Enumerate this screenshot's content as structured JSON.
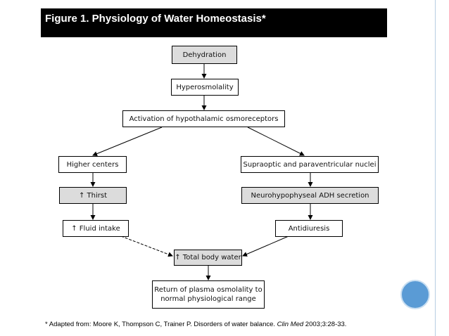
{
  "figure": {
    "title": "Figure 1. Physiology of Water Homeostasis*"
  },
  "nodes": {
    "dehydration": "Dehydration",
    "hyperosmolality": "Hyperosmolality",
    "osmoreceptors": "Activation of hypothalamic osmoreceptors",
    "higher_centers": "Higher centers",
    "nuclei": "Supraoptic and paraventricular nuclei",
    "thirst": "↑ Thirst",
    "adh": "Neurohypophyseal ADH secretion",
    "fluid_intake": "↑ Fluid intake",
    "antidiuresis": "Antidiuresis",
    "body_water": "↑ Total body water",
    "return_line1": "Return of plasma osmolality to",
    "return_line2": "normal physiological range"
  },
  "footnote": {
    "prefix": "* Adapted from: Moore K, Thompson C, Trainer P. Disorders of water balance. ",
    "journal": "Clin Med",
    "suffix": " 2003;3:28-33."
  },
  "colors": {
    "header_bg": "#000000",
    "shaded_box": "#dcdcdc",
    "accent_circle": "#5a9bd5"
  }
}
